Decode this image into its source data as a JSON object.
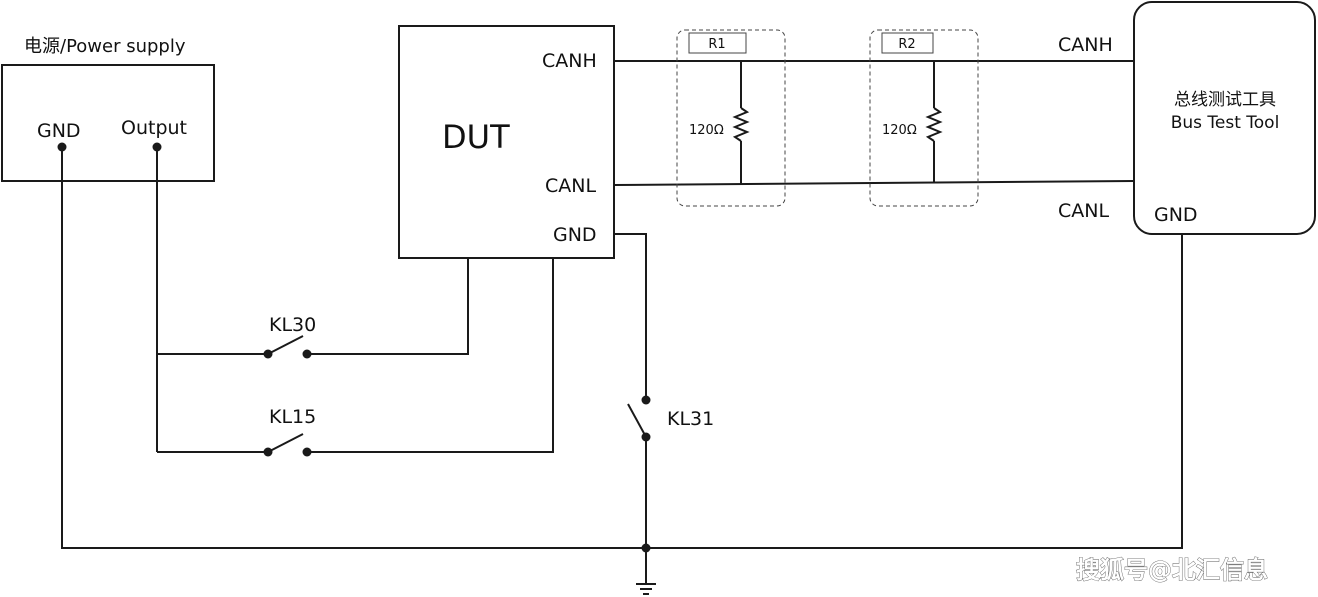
{
  "power_supply": {
    "title": "电源/Power supply",
    "gnd": "GND",
    "output": "Output"
  },
  "dut": {
    "title": "DUT",
    "canh": "CANH",
    "canl": "CANL",
    "gnd": "GND"
  },
  "r1": {
    "name": "R1",
    "value": "120Ω"
  },
  "r2": {
    "name": "R2",
    "value": "120Ω"
  },
  "bus": {
    "canh": "CANH",
    "canl": "CANL"
  },
  "tool": {
    "title_cn": "总线测试工具",
    "title_en": "Bus Test Tool",
    "gnd": "GND"
  },
  "switches": {
    "kl30": "KL30",
    "kl15": "KL15",
    "kl31": "KL31"
  },
  "watermark": "搜狐号@北汇信息"
}
